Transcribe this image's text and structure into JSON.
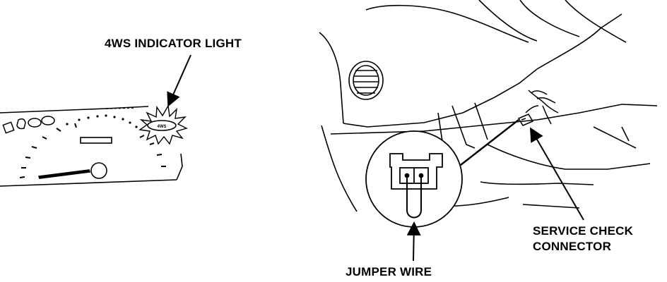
{
  "labels": {
    "indicator_light": "4WS INDICATOR LIGHT",
    "service_check_line1": "SERVICE CHECK",
    "service_check_line2": "CONNECTOR",
    "jumper_wire": "JUMPER WIRE"
  },
  "indicator_text": "4WS",
  "colors": {
    "ink": "#000000",
    "paper": "#ffffff"
  }
}
